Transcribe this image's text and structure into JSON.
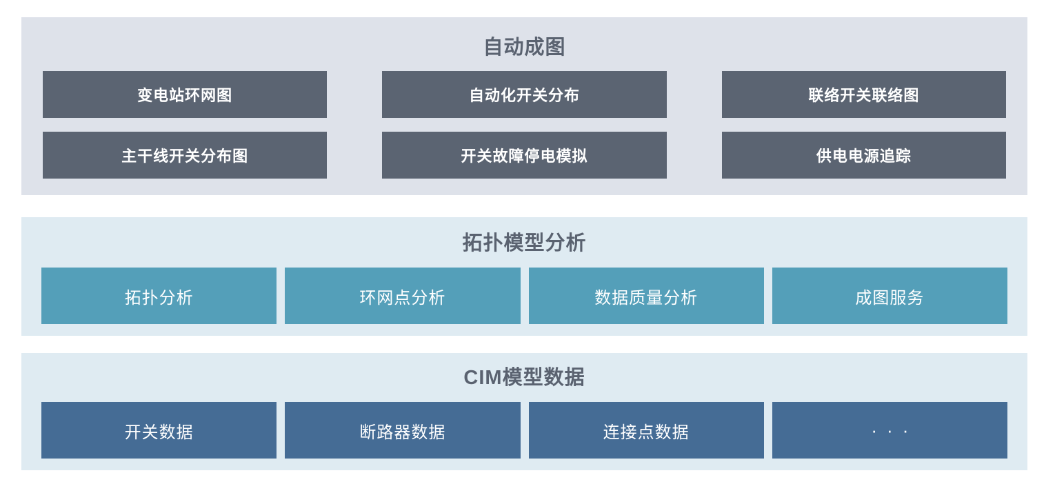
{
  "palette": {
    "page_bg": "#ffffff",
    "top_panel_bg": "#dee2ea",
    "top_box_bg": "#5b6472",
    "light_panel_bg": "#dfebf2",
    "teal_box_bg": "#549fb9",
    "blue_box_bg": "#456c95",
    "title_color": "#5a6270",
    "box_text_color": "#ffffff"
  },
  "sections": [
    {
      "title": "自动成图",
      "items": [
        "变电站环网图",
        "自动化开关分布",
        "联络开关联络图",
        "主干线开关分布图",
        "开关故障停电模拟",
        "供电电源追踪"
      ]
    },
    {
      "title": "拓扑模型分析",
      "items": [
        "拓扑分析",
        "环网点分析",
        "数据质量分析",
        "成图服务"
      ]
    },
    {
      "title": "CIM模型数据",
      "items": [
        "开关数据",
        "断路器数据",
        "连接点数据",
        "···"
      ]
    }
  ]
}
